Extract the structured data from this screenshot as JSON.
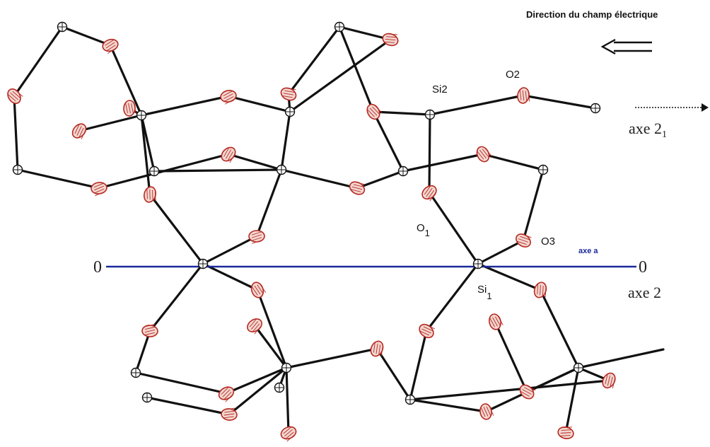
{
  "labels": {
    "field_direction": "Direction du champ électrique",
    "si2": "Si2",
    "o2": "O2",
    "o1_main": "O",
    "o1_sub": "1",
    "o3": "O3",
    "si1_main": "Si",
    "si1_sub": "1",
    "axe_a": "axe a",
    "axe2_1_main": "axe 2",
    "axe2_1_sub": "1",
    "axe2": "axe 2",
    "axis_zero_left": "0",
    "axis_zero_right": "0"
  },
  "colors": {
    "axis_line": "#1a2a9a",
    "axe_a_text": "#1a2a9a",
    "oxygen_stroke": "#b52a22",
    "oxygen_fill": "#f3d6d0",
    "bond": "#111111"
  },
  "icons": {
    "field_arrow": "double-left-arrow-icon",
    "axis_arrow": "dotted-right-arrow-icon"
  }
}
